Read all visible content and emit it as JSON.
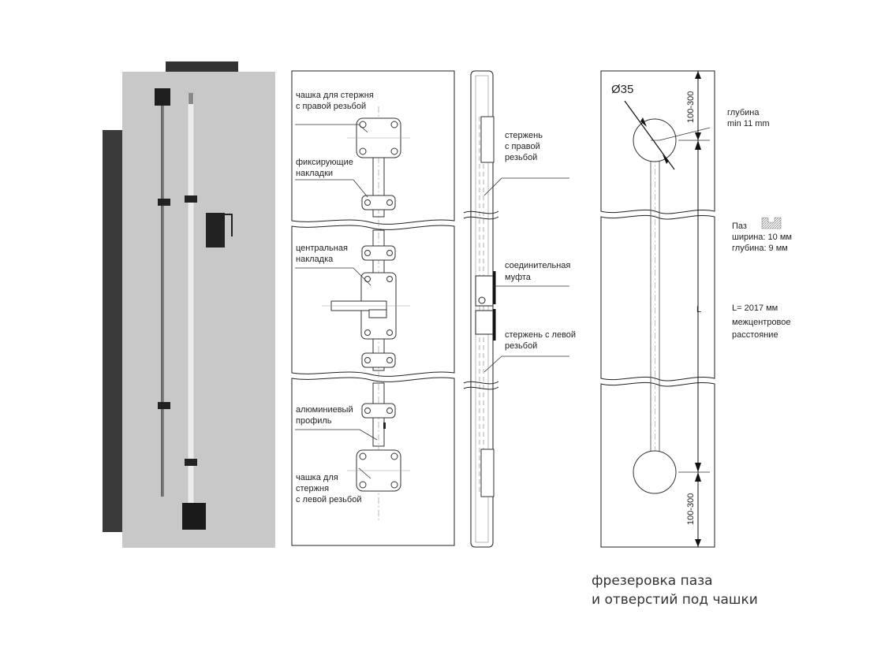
{
  "panel_assembly": {
    "labels": {
      "cup_right": [
        "чашка для стержня",
        "с правой резьбой"
      ],
      "fixing_pads": [
        "фиксирующие",
        "накладки"
      ],
      "central_pad": [
        "центральная",
        "накладка"
      ],
      "aluminum_profile": [
        "алюминиевый",
        "профиль"
      ],
      "cup_left": [
        "чашка для",
        "стержня",
        "с левой резьбой"
      ]
    }
  },
  "panel_side": {
    "labels": {
      "rod_right": [
        "стержень",
        "с правой",
        "резьбой"
      ],
      "coupling": [
        "соединительная",
        "муфта"
      ],
      "rod_left": [
        "стержень с левой",
        "резьбой"
      ]
    }
  },
  "panel_milling": {
    "diameter": "Ø35",
    "dim_top": "100-300",
    "dim_bottom": "100-300",
    "depth": [
      "глубина",
      "min 11 mm"
    ],
    "groove": [
      "Паз",
      "ширина: 10 мм",
      "глубина: 9 мм"
    ],
    "length": [
      "L= 2017 мм",
      "межцентровое",
      "расстояние"
    ],
    "length_symbol": "L"
  },
  "caption": [
    "фрезеровка паза",
    "и отверстий под чашки"
  ]
}
